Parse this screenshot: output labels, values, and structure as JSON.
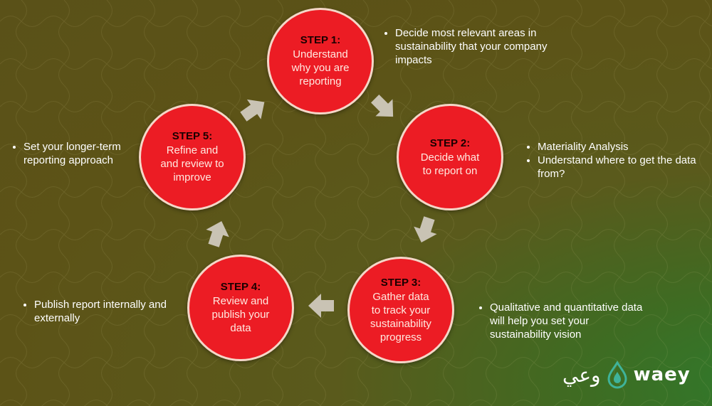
{
  "steps": [
    {
      "title": "STEP 1:",
      "text": "Understand\nwhy you are\nreporting"
    },
    {
      "title": "STEP 2:",
      "text": "Decide what\nto report on"
    },
    {
      "title": "STEP 3:",
      "text": "Gather data\nto track your\nsustainability\nprogress"
    },
    {
      "title": "STEP 4:",
      "text": "Review and\npublish your\ndata"
    },
    {
      "title": "STEP 5:",
      "text": "Refine and\nand review to\nimprove"
    }
  ],
  "notes": {
    "step1": [
      "Decide most relevant areas in sustainability that your company impacts"
    ],
    "step2": [
      "Materiality Analysis",
      "Understand where to get the data from?"
    ],
    "step3": [
      "Qualitative  and quantitative data will help you set your sustainability vision"
    ],
    "step4": [
      "Publish report internally and externally"
    ],
    "step5": [
      "Set your longer-term reporting approach"
    ]
  },
  "logo": {
    "arabic": "وعي",
    "latin": "waey"
  },
  "colors": {
    "circle": "#ec1c24",
    "arrow": "#c9c3b4",
    "background": "#5a5118",
    "accent": "#2f7a2c"
  }
}
